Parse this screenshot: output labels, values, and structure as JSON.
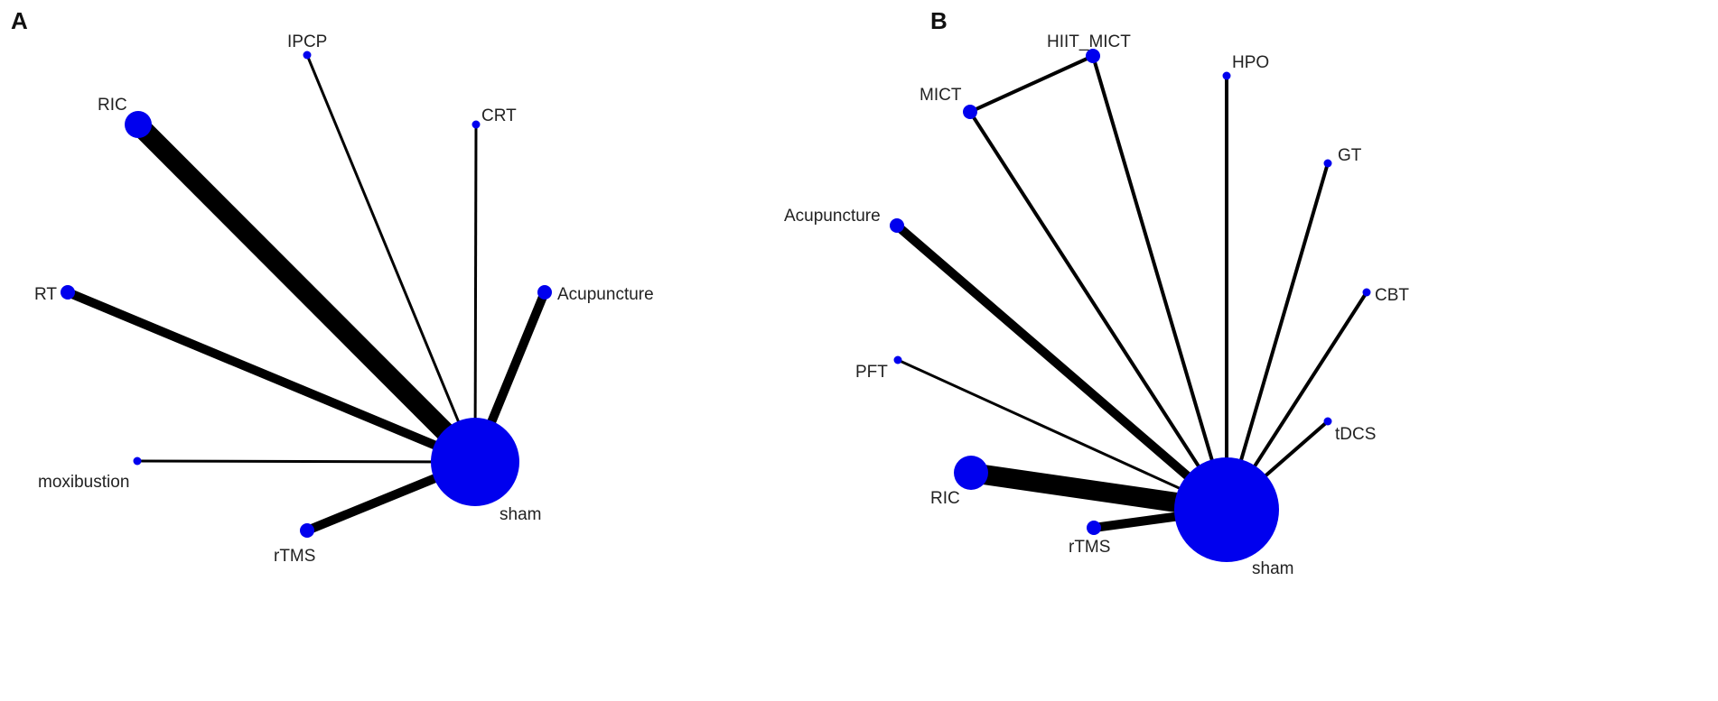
{
  "colors": {
    "node": "#0000ee",
    "edge": "#000000",
    "label": "#222222"
  },
  "panels": [
    {
      "letter": "A",
      "hub": "sham",
      "nodes": [
        {
          "id": "sham",
          "label": "sham",
          "size": "largest"
        },
        {
          "id": "RIC",
          "label": "RIC",
          "size": "large"
        },
        {
          "id": "IPCP",
          "label": "IPCP",
          "size": "small"
        },
        {
          "id": "CRT",
          "label": "CRT",
          "size": "small"
        },
        {
          "id": "RT",
          "label": "RT",
          "size": "medium"
        },
        {
          "id": "Acupuncture",
          "label": "Acupuncture",
          "size": "medium"
        },
        {
          "id": "moxibustion",
          "label": "moxibustion",
          "size": "small"
        },
        {
          "id": "rTMS",
          "label": "rTMS",
          "size": "medium"
        }
      ],
      "edges": [
        {
          "from": "sham",
          "to": "RIC",
          "weight": "thickest"
        },
        {
          "from": "sham",
          "to": "RT",
          "weight": "thick"
        },
        {
          "from": "sham",
          "to": "IPCP",
          "weight": "thin"
        },
        {
          "from": "sham",
          "to": "CRT",
          "weight": "thin"
        },
        {
          "from": "sham",
          "to": "Acupuncture",
          "weight": "thick"
        },
        {
          "from": "sham",
          "to": "moxibustion",
          "weight": "thin"
        },
        {
          "from": "sham",
          "to": "rTMS",
          "weight": "thick"
        }
      ]
    },
    {
      "letter": "B",
      "hub": "sham",
      "nodes": [
        {
          "id": "sham",
          "label": "sham",
          "size": "largest"
        },
        {
          "id": "HIIT_MICT",
          "label": "HIIT_MICT",
          "size": "medium"
        },
        {
          "id": "MICT",
          "label": "MICT",
          "size": "medium"
        },
        {
          "id": "HPO",
          "label": "HPO",
          "size": "small"
        },
        {
          "id": "GT",
          "label": "GT",
          "size": "small"
        },
        {
          "id": "Acupuncture",
          "label": "Acupuncture",
          "size": "medium"
        },
        {
          "id": "CBT",
          "label": "CBT",
          "size": "small"
        },
        {
          "id": "PFT",
          "label": "PFT",
          "size": "small"
        },
        {
          "id": "tDCS",
          "label": "tDCS",
          "size": "small"
        },
        {
          "id": "RIC",
          "label": "RIC",
          "size": "large"
        },
        {
          "id": "rTMS",
          "label": "rTMS",
          "size": "medium"
        }
      ],
      "edges": [
        {
          "from": "MICT",
          "to": "HIIT_MICT",
          "weight": "medium"
        },
        {
          "from": "sham",
          "to": "HIIT_MICT",
          "weight": "medium"
        },
        {
          "from": "sham",
          "to": "MICT",
          "weight": "medium"
        },
        {
          "from": "sham",
          "to": "HPO",
          "weight": "medium"
        },
        {
          "from": "sham",
          "to": "GT",
          "weight": "medium"
        },
        {
          "from": "sham",
          "to": "Acupuncture",
          "weight": "thick"
        },
        {
          "from": "sham",
          "to": "CBT",
          "weight": "medium"
        },
        {
          "from": "sham",
          "to": "PFT",
          "weight": "thin"
        },
        {
          "from": "sham",
          "to": "tDCS",
          "weight": "medium"
        },
        {
          "from": "sham",
          "to": "RIC",
          "weight": "thickest"
        },
        {
          "from": "sham",
          "to": "rTMS",
          "weight": "thick"
        }
      ]
    }
  ]
}
